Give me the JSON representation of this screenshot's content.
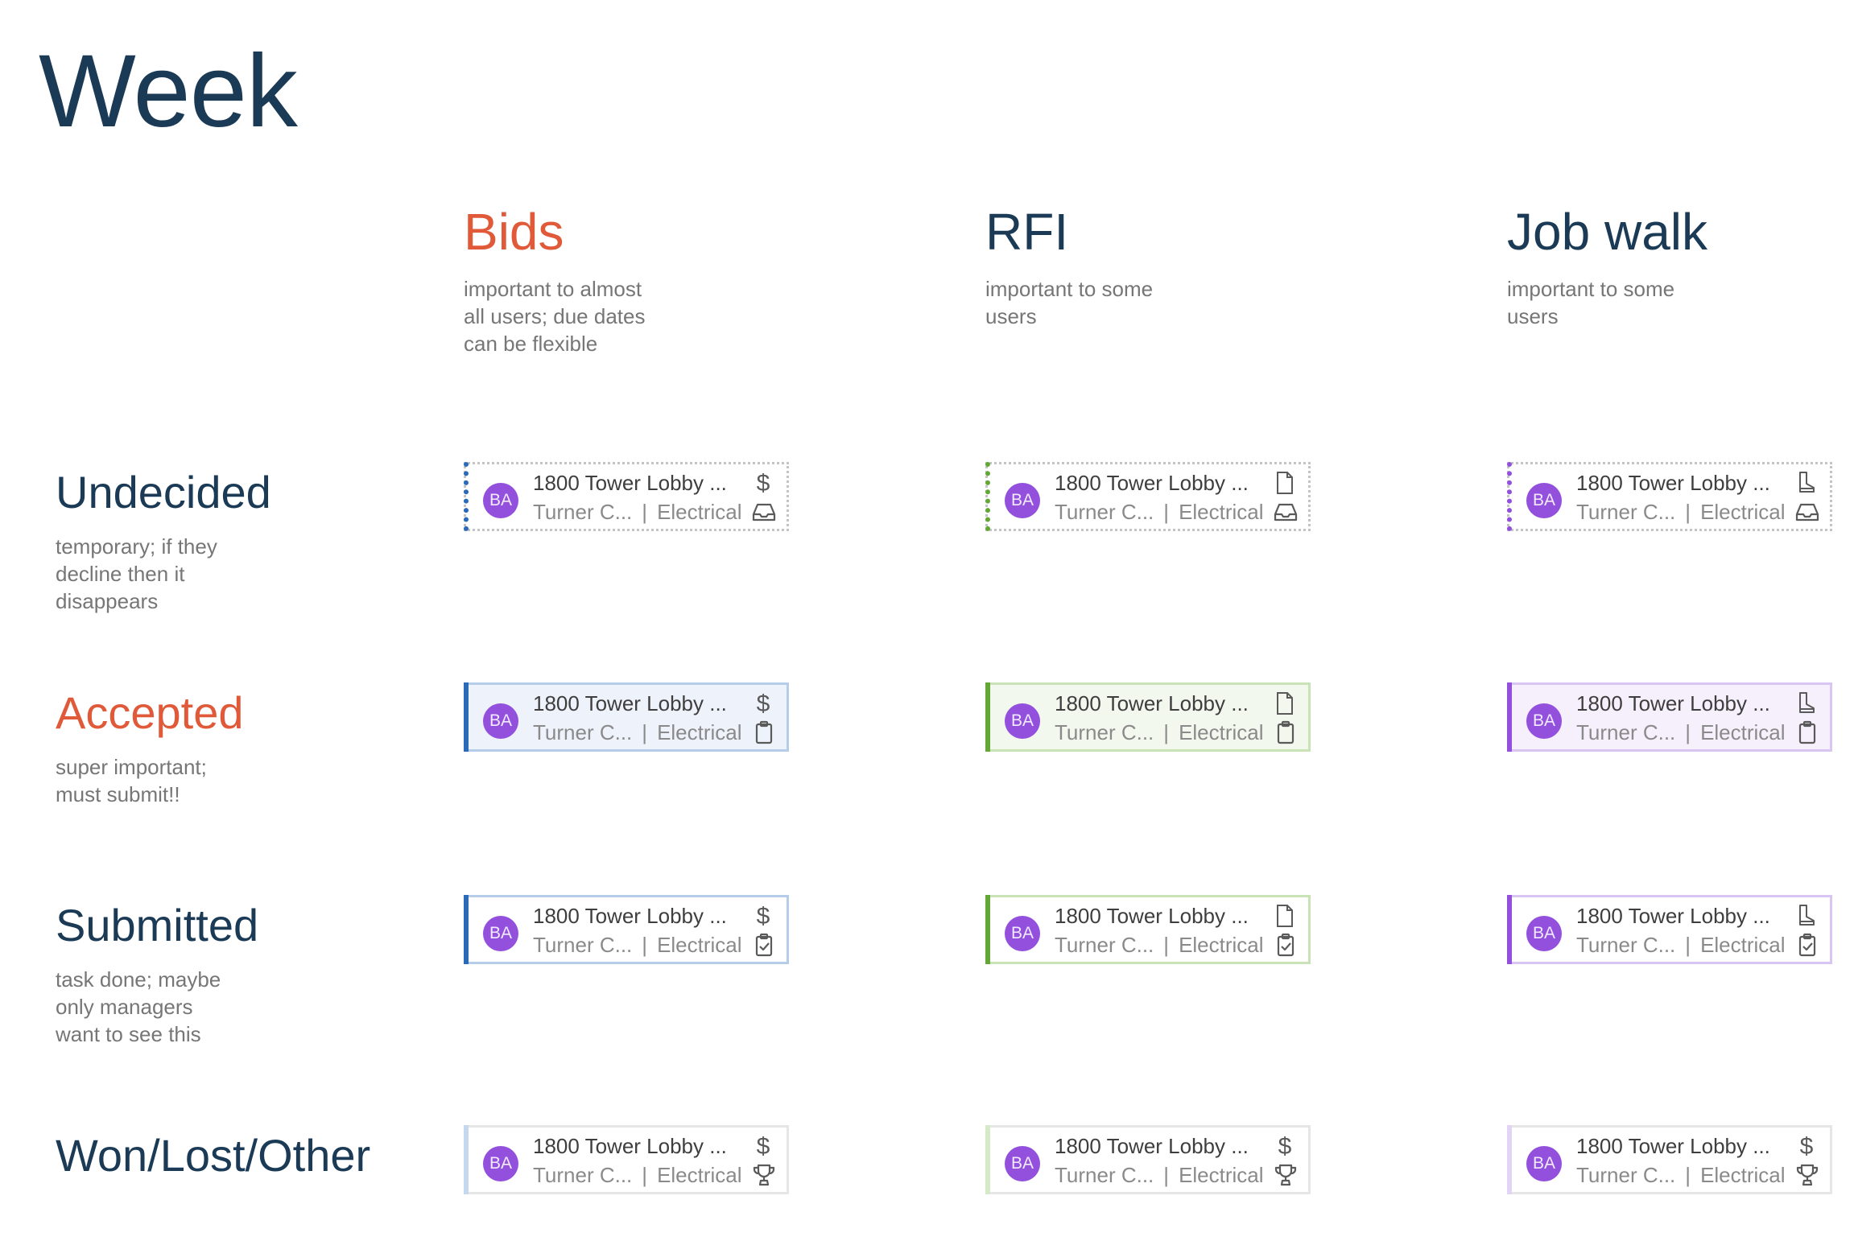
{
  "page": {
    "title": "Week"
  },
  "columns": [
    {
      "title": "Bids",
      "desc": "important to almost\nall users; due dates\ncan be flexible",
      "color": "#e05a3a"
    },
    {
      "title": "RFI",
      "desc": "important to some\nusers",
      "color": "#1b3a55"
    },
    {
      "title": "Job walk",
      "desc": "important to some\nusers",
      "color": "#1b3a55"
    }
  ],
  "rows": [
    {
      "title": "Undecided",
      "desc": "temporary; if they\ndecline then it\ndisappears",
      "color": "#1b3a55"
    },
    {
      "title": "Accepted",
      "desc": "super important;\nmust submit!!",
      "color": "#e05a3a"
    },
    {
      "title": "Submitted",
      "desc": "task done; maybe\nonly managers\nwant to see this",
      "color": "#1b3a55"
    },
    {
      "title": "Won/Lost/Other",
      "desc": "",
      "color": "#1b3a55"
    }
  ],
  "card": {
    "avatar": "BA",
    "title": "1800 Tower Lobby ...",
    "company": "Turner C...",
    "separator": "|",
    "trade": "Electrical"
  },
  "colors": {
    "bids_accent": "#2a6ab8",
    "rfi_accent": "#63a836",
    "jobwalk_accent": "#9350dc",
    "avatar": "#9350dc"
  },
  "icons": {
    "type": [
      "dollar-icon",
      "document-icon",
      "boot-icon"
    ],
    "status": [
      "inbox-tray-icon",
      "clipboard-icon",
      "clipboard-check-icon",
      "trophy-icon"
    ],
    "won_row_type": "dollar-icon"
  }
}
